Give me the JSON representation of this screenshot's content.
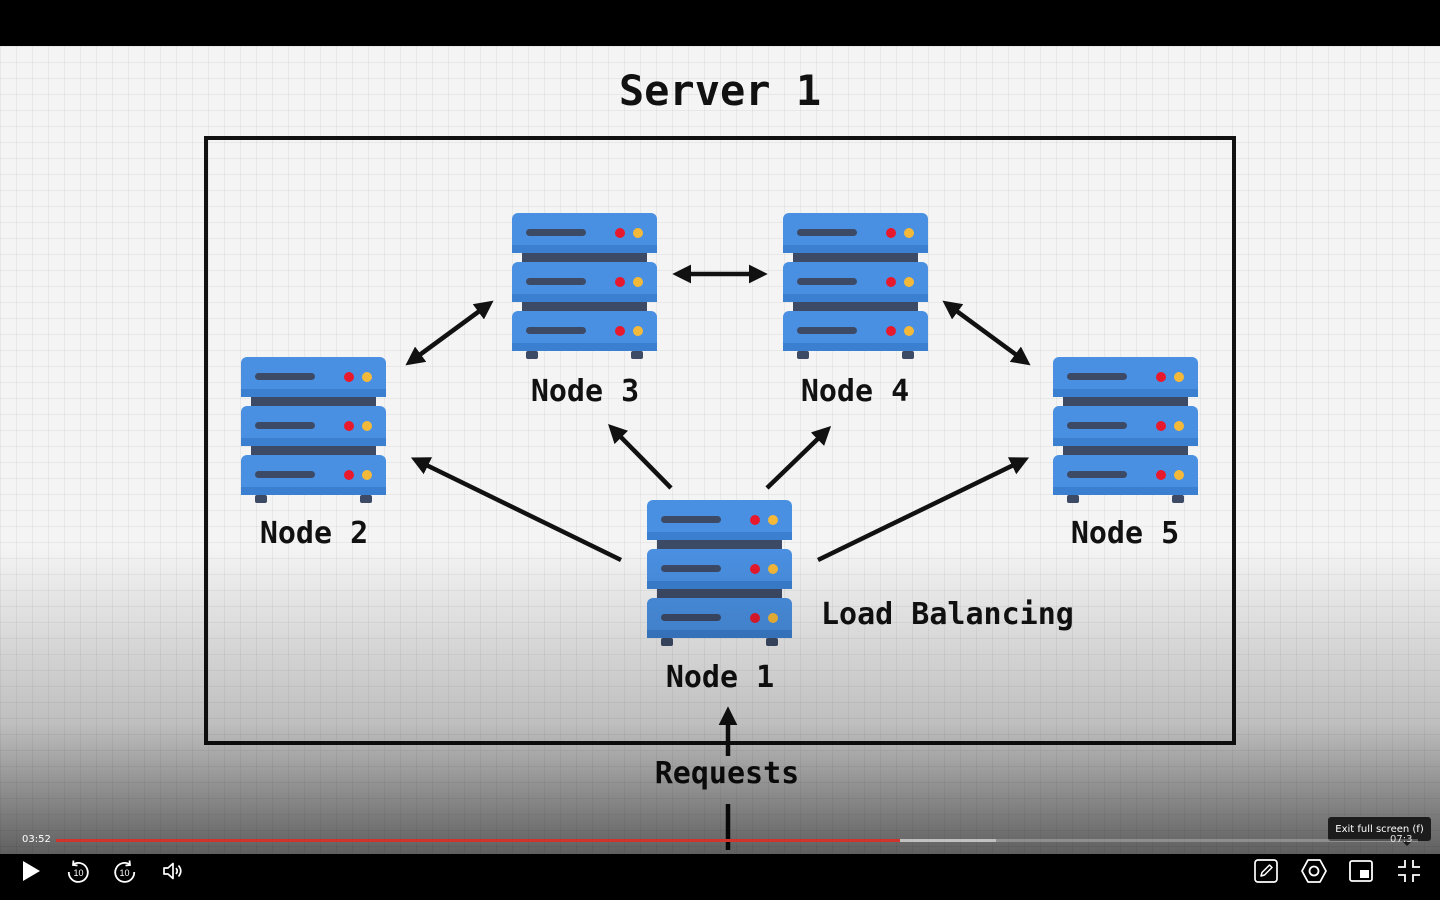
{
  "diagram": {
    "title": "Server 1",
    "nodes": [
      {
        "id": "node-1",
        "label": "Node 1"
      },
      {
        "id": "node-2",
        "label": "Node 2"
      },
      {
        "id": "node-3",
        "label": "Node 3"
      },
      {
        "id": "node-4",
        "label": "Node 4"
      },
      {
        "id": "node-5",
        "label": "Node 5"
      }
    ],
    "edges": [
      {
        "from": "Node 1",
        "to": "Node 2",
        "direction": "one-way"
      },
      {
        "from": "Node 1",
        "to": "Node 3",
        "direction": "one-way"
      },
      {
        "from": "Node 1",
        "to": "Node 4",
        "direction": "one-way"
      },
      {
        "from": "Node 1",
        "to": "Node 5",
        "direction": "one-way"
      },
      {
        "from": "Node 2",
        "to": "Node 3",
        "direction": "two-way"
      },
      {
        "from": "Node 3",
        "to": "Node 4",
        "direction": "two-way"
      },
      {
        "from": "Node 4",
        "to": "Node 5",
        "direction": "two-way"
      },
      {
        "from": "Requests",
        "to": "Node 1",
        "direction": "one-way"
      }
    ],
    "load_balancing_label": "Load Balancing",
    "requests_label": "Requests",
    "colors": {
      "server_blue": "#4a90e2",
      "server_dark": "#3d4a66",
      "led_red": "#e8192c",
      "led_yellow": "#f5b93a"
    }
  },
  "player": {
    "current_time": "03:52",
    "total_time": "07:3",
    "progress_fraction": 0.62,
    "buffered_fraction": 0.69,
    "tooltip": "Exit full screen (f)",
    "progress_color": "#d0352d",
    "skip_seconds": "10",
    "controls": {
      "play": "play-icon",
      "rewind": "rewind-10-icon",
      "forward": "forward-10-icon",
      "volume": "volume-icon",
      "notes": "edit-notes-icon",
      "settings": "settings-icon",
      "pip": "picture-in-picture-icon",
      "fullscreen": "exit-fullscreen-icon"
    }
  }
}
